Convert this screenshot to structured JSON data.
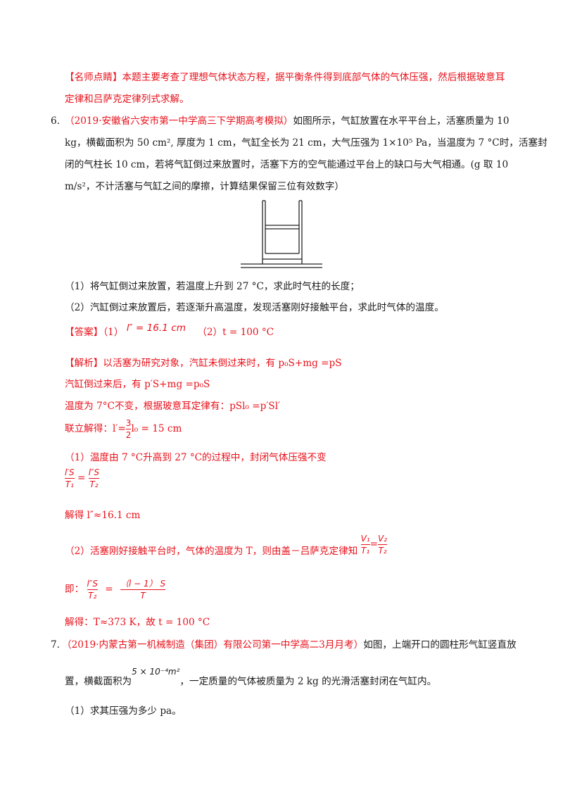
{
  "tip": {
    "l1": "【名师点睛】本题主要考查了理想气体状态方程，据平衡条件得到底部气体的气体压强，然后根据玻意耳",
    "l2": "定律和吕萨克定律列式求解。"
  },
  "q6": {
    "number": "6.",
    "source": "（2019·安徽省六安市第一中学高三下学期高考模拟）",
    "l1_rest": "如图所示，气缸放置在水平平台上，活塞质量为 10",
    "l2": "kg，横截面积为 50 cm², 厚度为 1 cm，气缸全长为 21 cm，大气压强为 1×10⁵ Pa，当温度为 7 °C时，活塞封",
    "l3": "闭的气柱长 10 cm，若将气缸倒过来放置时，活塞下方的空气能通过平台上的缺口与大气相通。(g 取 10",
    "l4": "m/s²，不计活塞与气缸之间的摩擦，计算结果保留三位有效数字）",
    "sub1": "（1）将气缸倒过来放置，若温度上升到 27 °C，求此时气柱的长度；",
    "sub2": "（2）汽缸倒过来放置后，若逐渐升高温度，发现活塞刚好接触平台，求此时气体的温度。"
  },
  "answer": {
    "label": "【答案】",
    "p1": "（1）",
    "formula1": "l″ = 16.1 cm",
    "p2": "（2）t = 100 °C"
  },
  "analysis": {
    "l1": "【解析】以活塞为研究对象，汽缸未倒过来时，有 p₀S+mg =pS",
    "l2": "汽缸倒过来后，有 p′S+mg =p₀S",
    "l3": "温度为 7°C不变，根据玻意耳定律有：pSl₀ =p′Sl′",
    "l4_pre": "联立解得：l′=",
    "l4_frac_num": "3",
    "l4_frac_den": "2",
    "l4_post": "l₀ = 15 cm",
    "l5": "（1）温度由 7 °C升高到 27 °C的过程中，封闭气体压强不变",
    "f1_ln": "l′S",
    "f1_ld": "T₁",
    "f1_eq": "=",
    "f1_rn": "l″S",
    "f1_rd": "T₂",
    "l6": "解得 l″≈16.1 cm",
    "l7": "（2）活塞刚好接触平台时，气体的温度为 T，则由盖－吕萨克定律知",
    "f2_ln": "V₁",
    "f2_ld": "T₁",
    "f2_eq": "=",
    "f2_rn": "V₂",
    "f2_rd": "T₂",
    "l8_label": "即：",
    "f3_ln": "l″S",
    "f3_ld": "T₂",
    "f3_eq": "=",
    "f3_rn": "（l − 1） S",
    "f3_rd": "T",
    "l9": "解得：T≈373 K，故 t = 100 °C"
  },
  "q7": {
    "number": "7.",
    "source": "（2019·内蒙古第一机械制造（集团）有限公司第一中学高二3月月考）",
    "l1_rest": "如图，上端开口的圆柱形气缸竖直放",
    "l2_pre": "置，横截面积为",
    "l2_formula": "5 × 10⁻⁴m²",
    "l2_post": "，一定质量的气体被质量为 2 kg 的光滑活塞封闭在气缸内。",
    "sub1": "（1）求其压强为多少 pa。"
  }
}
